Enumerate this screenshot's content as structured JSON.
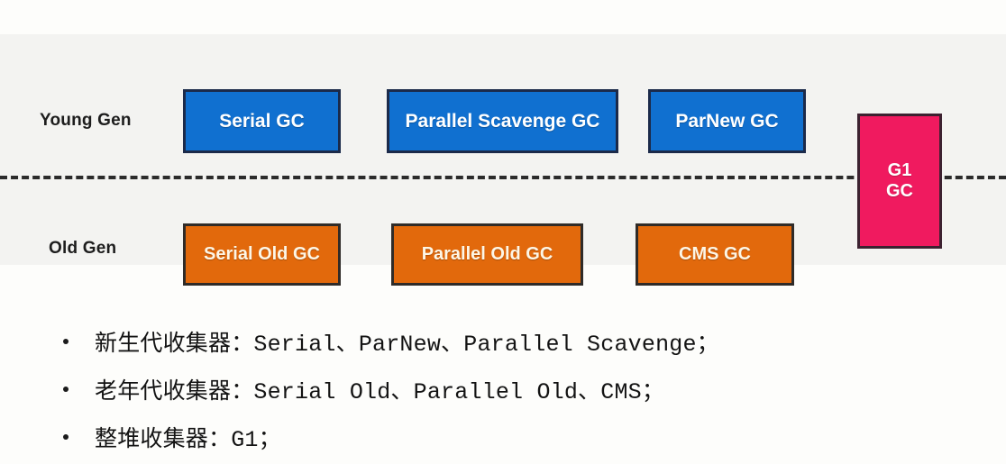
{
  "diagram": {
    "rows": [
      {
        "label": "Young Gen"
      },
      {
        "label": "Old Gen"
      }
    ],
    "young_gen_boxes": [
      {
        "label": "Serial GC"
      },
      {
        "label": "Parallel Scavenge GC"
      },
      {
        "label": "ParNew GC"
      }
    ],
    "old_gen_boxes": [
      {
        "label": "Serial Old GC"
      },
      {
        "label": "Parallel Old GC"
      },
      {
        "label": "CMS GC"
      }
    ],
    "whole_heap_box": {
      "line1": "G1",
      "line2": "GC"
    },
    "colors": {
      "band_background": "#f3f3f1",
      "page_background": "#fdfdfb",
      "young_gen_fill": "#1070d0",
      "young_gen_border": "#1b2a4a",
      "old_gen_fill": "#e2690c",
      "old_gen_border": "#2f2b28",
      "whole_heap_fill": "#f01a5f",
      "whole_heap_border": "#3c2130",
      "divider_line": "#2b2b2b",
      "label_text": "#1d1d1d",
      "body_text": "#131313"
    }
  },
  "bullets": [
    {
      "cjk_prefix": "新生代收集器：",
      "mono_value": "Serial、ParNew、Parallel Scavenge；"
    },
    {
      "cjk_prefix": "老年代收集器：",
      "mono_value": "Serial Old、Parallel Old、CMS；"
    },
    {
      "cjk_prefix": "整堆收集器：",
      "mono_value": "G1；"
    }
  ]
}
